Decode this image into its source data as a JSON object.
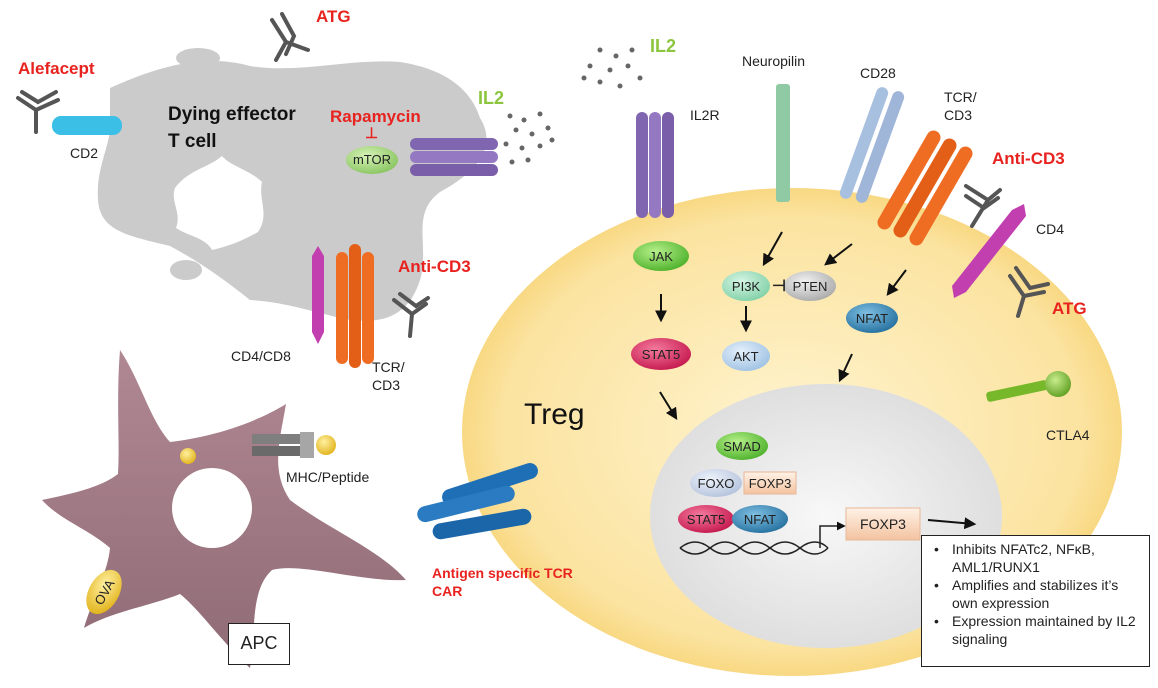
{
  "dying_cell": {
    "title_line1": "Dying effector",
    "title_line2": "T cell",
    "alefacept": "Alefacept",
    "atg_top": "ATG",
    "rapamycin": "Rapamycin",
    "inhibit_symbol": "⊥",
    "mtor": "mTOR",
    "il2_left": "IL2",
    "cd2": "CD2",
    "anti_cd3_left": "Anti-CD3",
    "cd4_cd8": "CD4/CD8",
    "tcr_line1": "TCR/",
    "tcr_line2": "CD3"
  },
  "apc": {
    "label": "APC",
    "mhc": "MHC/Peptide",
    "ova": "OVA"
  },
  "treg": {
    "title": "Treg",
    "il2_top": "IL2",
    "il2r": "IL2R",
    "neuropilin": "Neuropilin",
    "cd28": "CD28",
    "tcr_line1": "TCR/",
    "tcr_line2": "CD3",
    "anti_cd3_right": "Anti-CD3",
    "cd4": "CD4",
    "atg_right": "ATG",
    "ctla4": "CTLA4",
    "antigen_tcr": "Antigen specific TCR",
    "car": "CAR",
    "jak": "JAK",
    "stat5": "STAT5",
    "pi3k": "PI3K",
    "pten": "PTEN",
    "akt": "AKT",
    "nfat": "NFAT",
    "inhibit_symbol": "⊣"
  },
  "nucleus": {
    "smad": "SMAD",
    "foxo": "FOXO",
    "foxp3_small": "FOXP3",
    "stat5": "STAT5",
    "nfat": "NFAT",
    "foxp3_gene": "FOXP3"
  },
  "notes": [
    "Inhibits NFATc2, NFκB, AML1/RUNX1",
    "Amplifies and stabilizes it’s own expression",
    "Expression maintained by IL2 signaling"
  ],
  "colors": {
    "red_label": "#e8231f",
    "green_label": "#8cc63f",
    "dying_cell": "#cbcbcb",
    "apc": "#a27a85",
    "treg": "#fbdf95",
    "nucleus": "#ececec",
    "il2r": "#8066b0",
    "tcr": "#ef6c23",
    "cd4": "#c23fb0",
    "cd2": "#3cbfe6",
    "cd28": "#a8c0e0",
    "neuropilin": "#8fcaa5",
    "ctla4": "#76b82a",
    "antigen_tcr": "#1f6fb6"
  }
}
